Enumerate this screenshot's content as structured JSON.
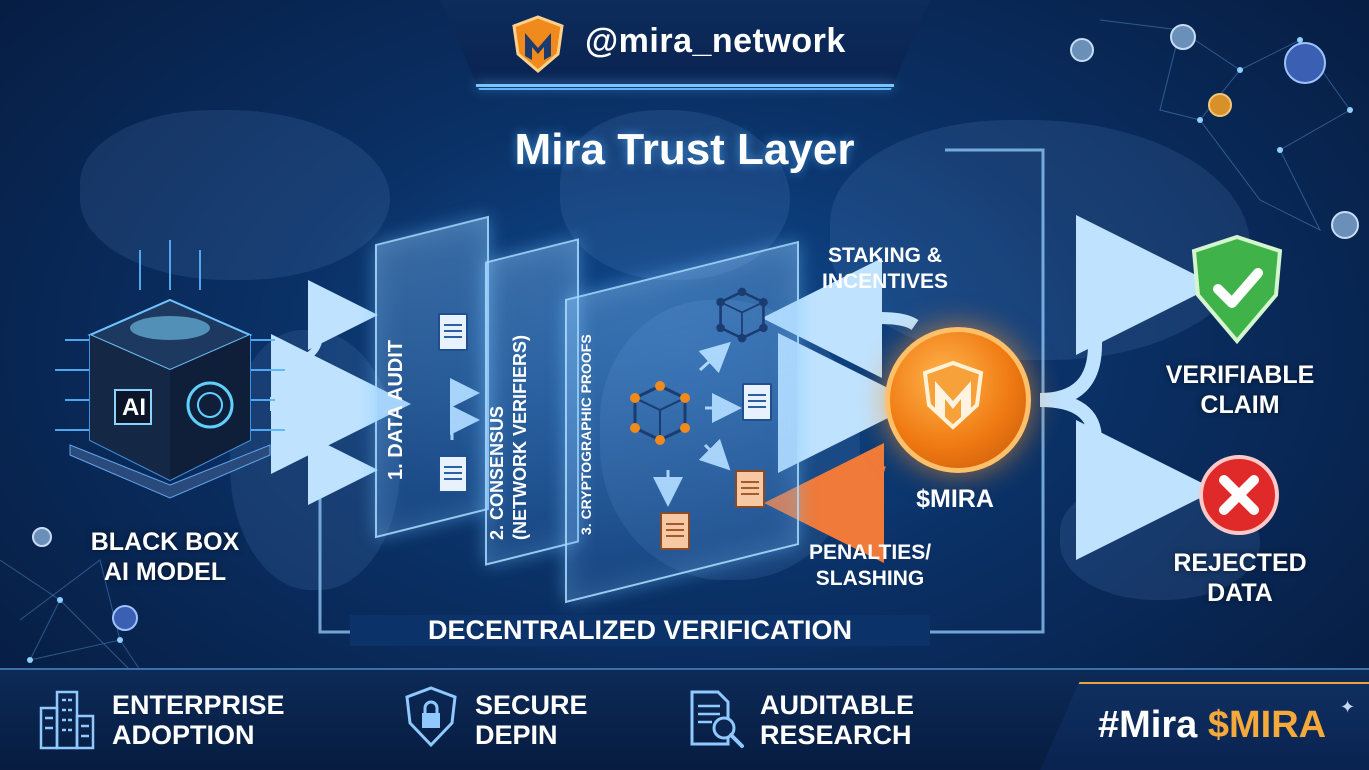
{
  "header": {
    "handle": "@mira_network"
  },
  "title": "Mira Trust Layer",
  "source": {
    "label_line1": "BLACK BOX",
    "label_line2": "AI MODEL",
    "chip_text": "AI"
  },
  "stages": [
    {
      "label": "1. DATA AUDIT"
    },
    {
      "label_line1": "2. CONSENSUS",
      "label_line2": "(NETWORK VERIFIERS)"
    },
    {
      "label": "3. CRYPTOGRAPHIC PROOFS"
    }
  ],
  "token": {
    "label": "$MIRA"
  },
  "incentives": {
    "staking_line1": "STAKING &",
    "staking_line2": "INCENTIVES",
    "penalty_line1": "PENALTIES/",
    "penalty_line2": "SLASHING"
  },
  "outcomes": {
    "verified_line1": "VERIFIABLE",
    "verified_line2": "CLAIM",
    "rejected_line1": "REJECTED",
    "rejected_line2": "DATA"
  },
  "loop_label": "DECENTRALIZED VERIFICATION",
  "footer": {
    "items": [
      {
        "line1": "ENTERPRISE",
        "line2": "ADOPTION",
        "icon": "building-icon"
      },
      {
        "line1": "SECURE",
        "line2": "DEPIN",
        "icon": "shield-lock-icon"
      },
      {
        "line1": "AUDITABLE",
        "line2": "RESEARCH",
        "icon": "document-search-icon"
      }
    ],
    "hashtag": "#Mira",
    "ticker": "$MIRA"
  },
  "colors": {
    "accent_blue": "#5fb4ff",
    "orange": "#f07a12",
    "green": "#3fb34a",
    "red": "#e02a2a"
  }
}
